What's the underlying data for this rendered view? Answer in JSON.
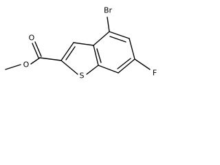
{
  "molecule": {
    "atoms": {
      "bromine": "Br",
      "fluorine": "F",
      "sulfur": "S",
      "carbonyl_oxygen": "O",
      "ester_oxygen": "O"
    }
  }
}
